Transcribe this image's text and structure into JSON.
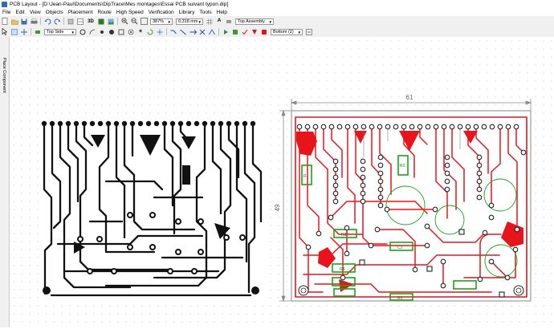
{
  "window": {
    "title": "PCB Layout - [D:\\Jean-Paul\\Documents\\DipTrace\\Mes montages\\Essai PCB suivant typon.dip]"
  },
  "menu": [
    "File",
    "Edit",
    "View",
    "Objects",
    "Placement",
    "Route",
    "High Speed",
    "Verification",
    "Library",
    "Tools",
    "Help"
  ],
  "toolbar": {
    "view_3d": "3D",
    "zoom": "387%",
    "grid": "0,318 mm",
    "assembly_layer": "Top Assembly",
    "side": "Top Side",
    "bottom_layer": "Bottom (2)",
    "icons": [
      "new-file-icon",
      "open-file-icon",
      "save-icon",
      "print-icon",
      "undo-icon",
      "redo-icon"
    ]
  },
  "side_panel": {
    "label": "Place Component"
  },
  "pcb": {
    "width_dim": "61",
    "height_dim": "49",
    "colors": {
      "trace": "#e8141b",
      "pad_outline": "#333333",
      "component": "#18a518",
      "dim_line": "#8a8a8a"
    },
    "labels": [
      "R1",
      "R2",
      "R3",
      "R4",
      "C2",
      "R5",
      "R6"
    ]
  }
}
